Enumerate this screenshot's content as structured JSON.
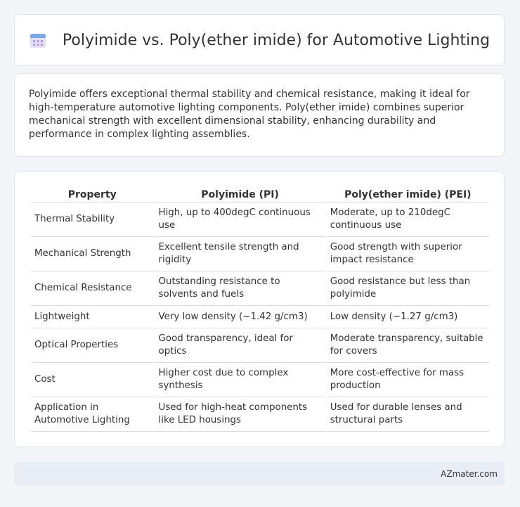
{
  "header": {
    "title": "Polyimide vs. Poly(ether imide) for Automotive Lighting",
    "icon": "calendar-icon"
  },
  "intro": {
    "text": "Polyimide offers exceptional thermal stability and chemical resistance, making it ideal for high-temperature automotive lighting components. Poly(ether imide) combines superior mechanical strength with excellent dimensional stability, enhancing durability and performance in complex lighting assemblies."
  },
  "table": {
    "headers": [
      "Property",
      "Polyimide (PI)",
      "Poly(ether imide) (PEI)"
    ],
    "rows": [
      [
        "Thermal Stability",
        "High, up to 400degC continuous use",
        "Moderate, up to 210degC continuous use"
      ],
      [
        "Mechanical Strength",
        "Excellent tensile strength and rigidity",
        "Good strength with superior impact resistance"
      ],
      [
        "Chemical Resistance",
        "Outstanding resistance to solvents and fuels",
        "Good resistance but less than polyimide"
      ],
      [
        "Lightweight",
        "Very low density (~1.42 g/cm3)",
        "Low density (~1.27 g/cm3)"
      ],
      [
        "Optical Properties",
        "Good transparency, ideal for optics",
        "Moderate transparency, suitable for covers"
      ],
      [
        "Cost",
        "Higher cost due to complex synthesis",
        "More cost-effective for mass production"
      ],
      [
        "Application in Automotive Lighting",
        "Used for high-heat components like LED housings",
        "Used for durable lenses and structural parts"
      ]
    ]
  },
  "footer": {
    "text": "AZmater.com"
  }
}
